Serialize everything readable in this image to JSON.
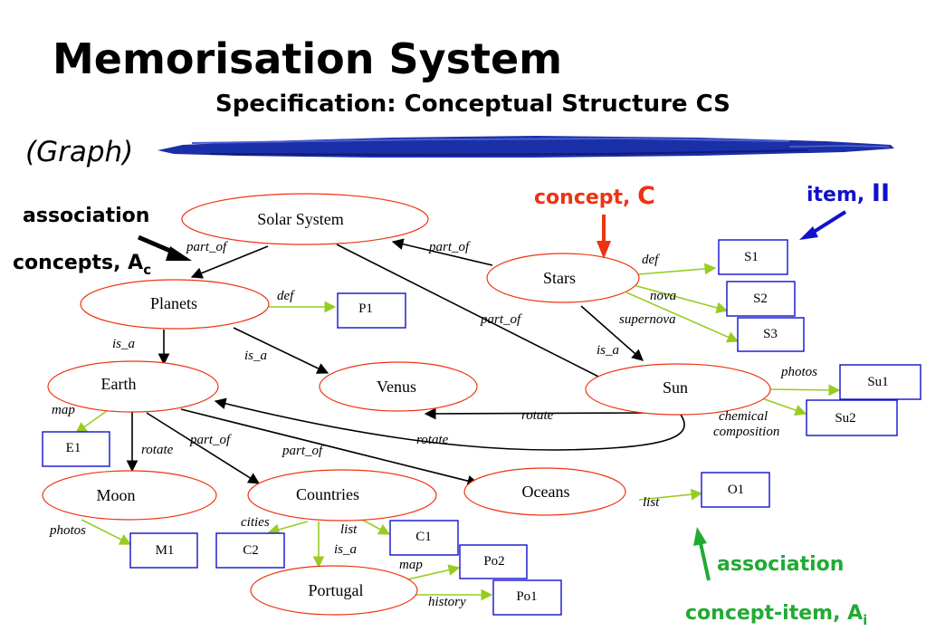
{
  "page": {
    "title": "Memorisation System",
    "subtitle": "Specification: Conceptual Structure CS",
    "graph_label": "(Graph)"
  },
  "annotations": {
    "assoc_concepts_line1": "association",
    "assoc_concepts_line2": "concepts, A",
    "assoc_concepts_sub": "c",
    "concept_text": "concept, ",
    "concept_symbol": "C",
    "item_text": "item, ",
    "item_symbol": "II",
    "assoc_item_line1": "association",
    "assoc_item_line2": "concept-item, A",
    "assoc_item_sub": "i"
  },
  "concepts": {
    "solar_system": "Solar System",
    "stars": "Stars",
    "planets": "Planets",
    "earth": "Earth",
    "venus": "Venus",
    "sun": "Sun",
    "moon": "Moon",
    "countries": "Countries",
    "oceans": "Oceans",
    "portugal": "Portugal"
  },
  "items": {
    "s1": "S1",
    "s2": "S2",
    "s3": "S3",
    "p1": "P1",
    "su1": "Su1",
    "su2": "Su2",
    "e1": "E1",
    "o1": "O1",
    "m1": "M1",
    "c1": "C1",
    "c2": "C2",
    "po2": "Po2",
    "po1": "Po1"
  },
  "edge_labels": {
    "part_of_1": "part_of",
    "part_of_2": "part_of",
    "part_of_3": "part_of",
    "part_of_4": "part_of",
    "part_of_5": "part_of",
    "def_1": "def",
    "def_2": "def",
    "nova": "nova",
    "supernova": "supernova",
    "is_a_1": "is_a",
    "is_a_2": "is_a",
    "is_a_3": "is_a",
    "is_a_4": "is_a",
    "photos_1": "photos",
    "photos_2": "photos",
    "chemical": "chemical",
    "composition": "composition",
    "rotate_1": "rotate",
    "rotate_2": "rotate",
    "rotate_3": "rotate",
    "map_1": "map",
    "map_2": "map",
    "list_1": "list",
    "list_2": "list",
    "cities": "cities",
    "history": "history"
  },
  "colors": {
    "concept_red": "#ee3311",
    "item_blue": "#1111cc",
    "assoc_green": "#22aa33",
    "edge_green": "#99cc22",
    "title_blue": "#1a2fa8"
  }
}
